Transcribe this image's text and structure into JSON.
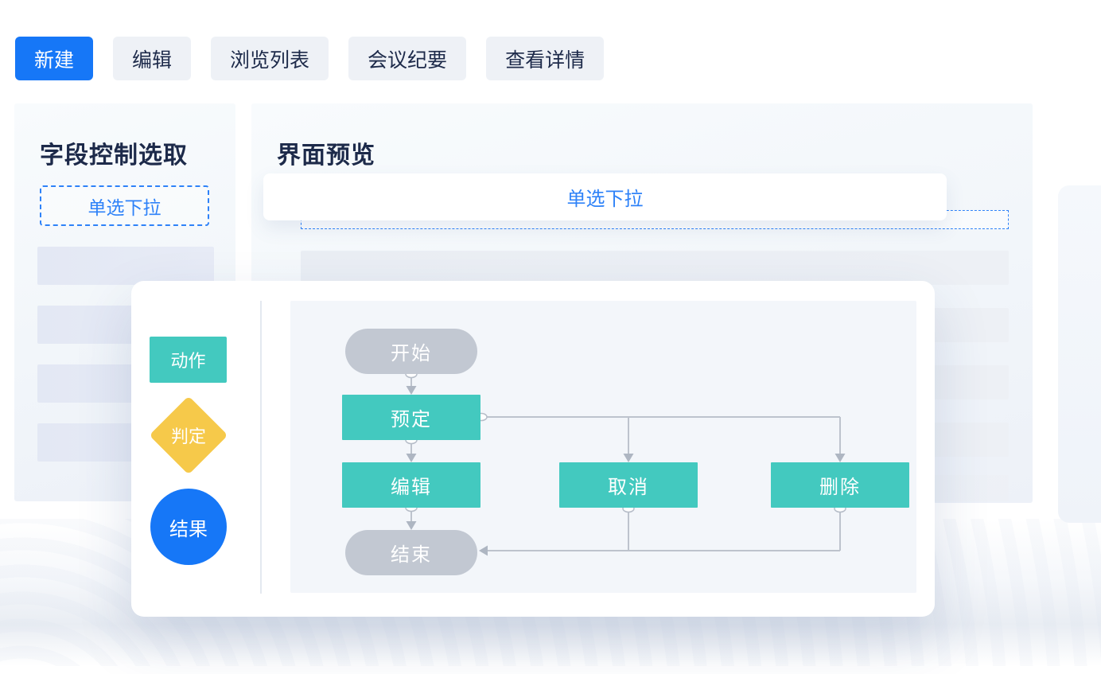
{
  "colors": {
    "accent-blue": "#1677F7",
    "link-blue": "#2E82F8",
    "teal": "#43C9BF",
    "yellow": "#F6C94A",
    "node-gray": "#C2C8D2",
    "line-gray": "#BDC3CD",
    "navy": "#1D2A4A",
    "tab-gray": "#EEF1F6",
    "canvas-gray": "#F3F6FA"
  },
  "tabs": {
    "items": [
      {
        "label": "新建",
        "active": true
      },
      {
        "label": "编辑",
        "active": false
      },
      {
        "label": "浏览列表",
        "active": false
      },
      {
        "label": "会议纪要",
        "active": false
      },
      {
        "label": "查看详情",
        "active": false
      }
    ]
  },
  "left_panel": {
    "title": "字段控制选取",
    "field_chip": "单选下拉",
    "placeholder_rows": 4
  },
  "preview_panel": {
    "title": "界面预览",
    "select_value": "单选下拉",
    "placeholder_rows": 5
  },
  "flow": {
    "legend": {
      "action": {
        "label": "动作",
        "shape": "rect",
        "color": "#43C9BF"
      },
      "decision": {
        "label": "判定",
        "shape": "diamond",
        "color": "#F6C94A"
      },
      "result": {
        "label": "结果",
        "shape": "circle",
        "color": "#1677F7"
      }
    },
    "nodes": {
      "start": {
        "label": "开始",
        "type": "terminal"
      },
      "reserve": {
        "label": "预定",
        "type": "action"
      },
      "edit": {
        "label": "编辑",
        "type": "action"
      },
      "cancel": {
        "label": "取消",
        "type": "action"
      },
      "remove": {
        "label": "删除",
        "type": "action"
      },
      "end": {
        "label": "结束",
        "type": "terminal"
      }
    },
    "edges": [
      {
        "from": "start",
        "to": "reserve"
      },
      {
        "from": "reserve",
        "to": "edit"
      },
      {
        "from": "reserve",
        "to": "cancel"
      },
      {
        "from": "reserve",
        "to": "remove"
      },
      {
        "from": "edit",
        "to": "end"
      },
      {
        "from": "cancel",
        "to": "end"
      },
      {
        "from": "remove",
        "to": "end"
      }
    ]
  }
}
